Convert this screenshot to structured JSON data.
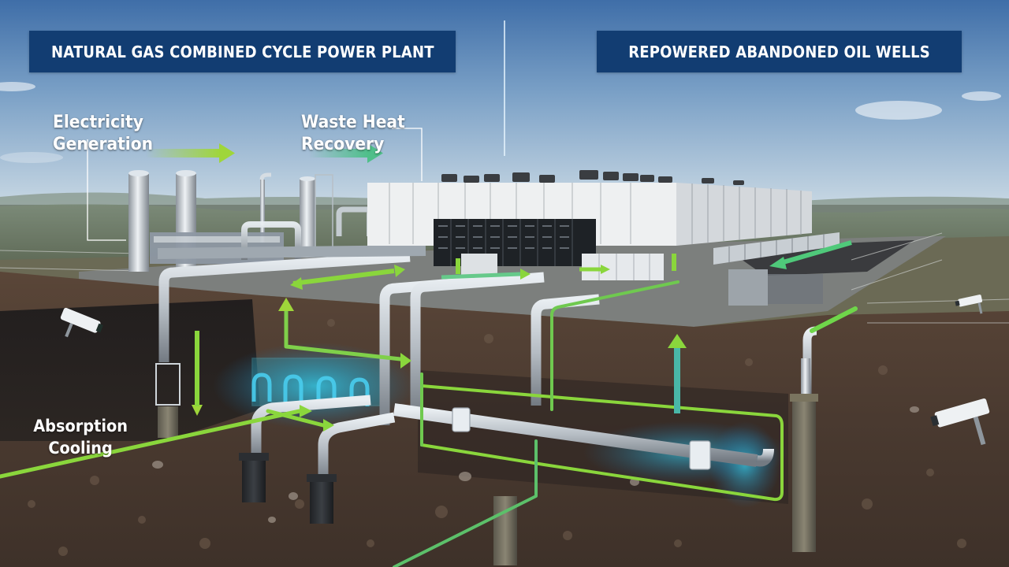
{
  "diagram": {
    "sections": [
      {
        "id": "ngcc",
        "title": "NATURAL GAS COMBINED CYCLE POWER PLANT"
      },
      {
        "id": "wells",
        "title": "REPOWERED ABANDONED OIL WELLS"
      }
    ],
    "labels": {
      "electricity_generation": "Electricity\nGeneration",
      "waste_heat_recovery": "Waste Heat\nRecovery",
      "absorption_cooling": "Absorption\nCooling"
    },
    "components": [
      "exhaust-stacks",
      "heat-recovery-steam-generator",
      "data-center-building",
      "server-racks",
      "rooftop-cooling-fans",
      "chiller-units",
      "absorption-chiller",
      "underground-pipe-network",
      "oil-well-casings",
      "security-cameras",
      "perimeter-fence"
    ],
    "flow_arrows": {
      "electricity": "#9fd63a",
      "waste_heat": "#4fbf8a",
      "cooling": "#7fdc3f"
    },
    "colors": {
      "banner_bg": "#123d72",
      "banner_text": "#ffffff",
      "sky_top": "#4a78b0",
      "sky_bottom": "#c9d9e6",
      "soil": "#4a3a30",
      "cooling_glow": "#2fb7d6",
      "flow_green": "#8ad63c"
    }
  }
}
